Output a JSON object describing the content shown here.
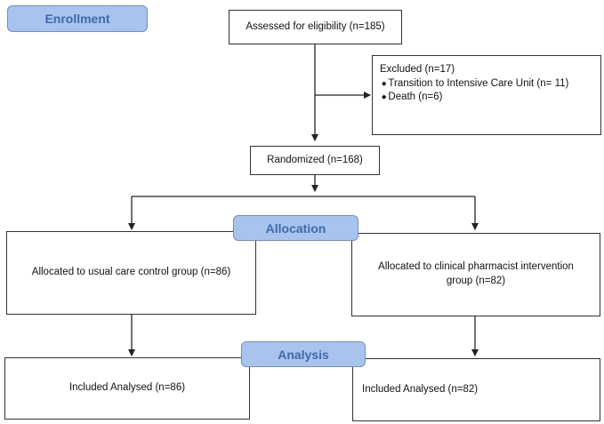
{
  "stages": {
    "enrollment": "Enrollment",
    "allocation": "Allocation",
    "analysis": "Analysis"
  },
  "boxes": {
    "assessed": "Assessed for eligibility (n=185)",
    "excluded_title": "Excluded (n=17)",
    "excluded_items": [
      "Transition to Intensive Care Unit (n= 11)",
      "Death (n=6)"
    ],
    "randomized": "Randomized (n=168)",
    "allocated_control": "Allocated to usual care control group (n=86)",
    "allocated_intervention": "Allocated to clinical pharmacist intervention group (n=82)",
    "analysed_control": "Included Analysed (n=86)",
    "analysed_intervention": "Included Analysed (n=82)"
  },
  "colors": {
    "stage_fill": "#a9c3ef",
    "stage_text": "#3f6aa8",
    "line": "#222222"
  },
  "icons": {
    "bullet": "diamond-bullet-icon"
  }
}
